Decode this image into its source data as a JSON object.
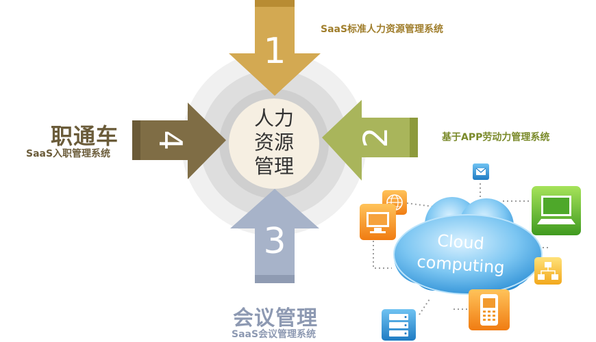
{
  "center": {
    "line1": "人力",
    "line2": "资源",
    "line3": "管理"
  },
  "arrows": [
    {
      "number": "1",
      "color": "#d3a952"
    },
    {
      "number": "2",
      "color": "#a9b55b"
    },
    {
      "number": "3",
      "color": "#a7b3c9"
    },
    {
      "number": "4",
      "color": "#7f6d45"
    }
  ],
  "labels": {
    "top": "SaaS标准人力资源管理系统",
    "right": "基于APP劳动力管理系统",
    "left_title": "职通车",
    "left_sub": "SaaS入职管理系统",
    "bottom_title": "会议管理",
    "bottom_sub": "SaaS会议管理系统"
  },
  "cloud": {
    "line1": "Cloud",
    "line2": "computing"
  },
  "icons": [
    "email-icon",
    "globe-icon",
    "monitor-icon",
    "laptop-icon",
    "network-icon",
    "phone-icon",
    "server-icon"
  ]
}
